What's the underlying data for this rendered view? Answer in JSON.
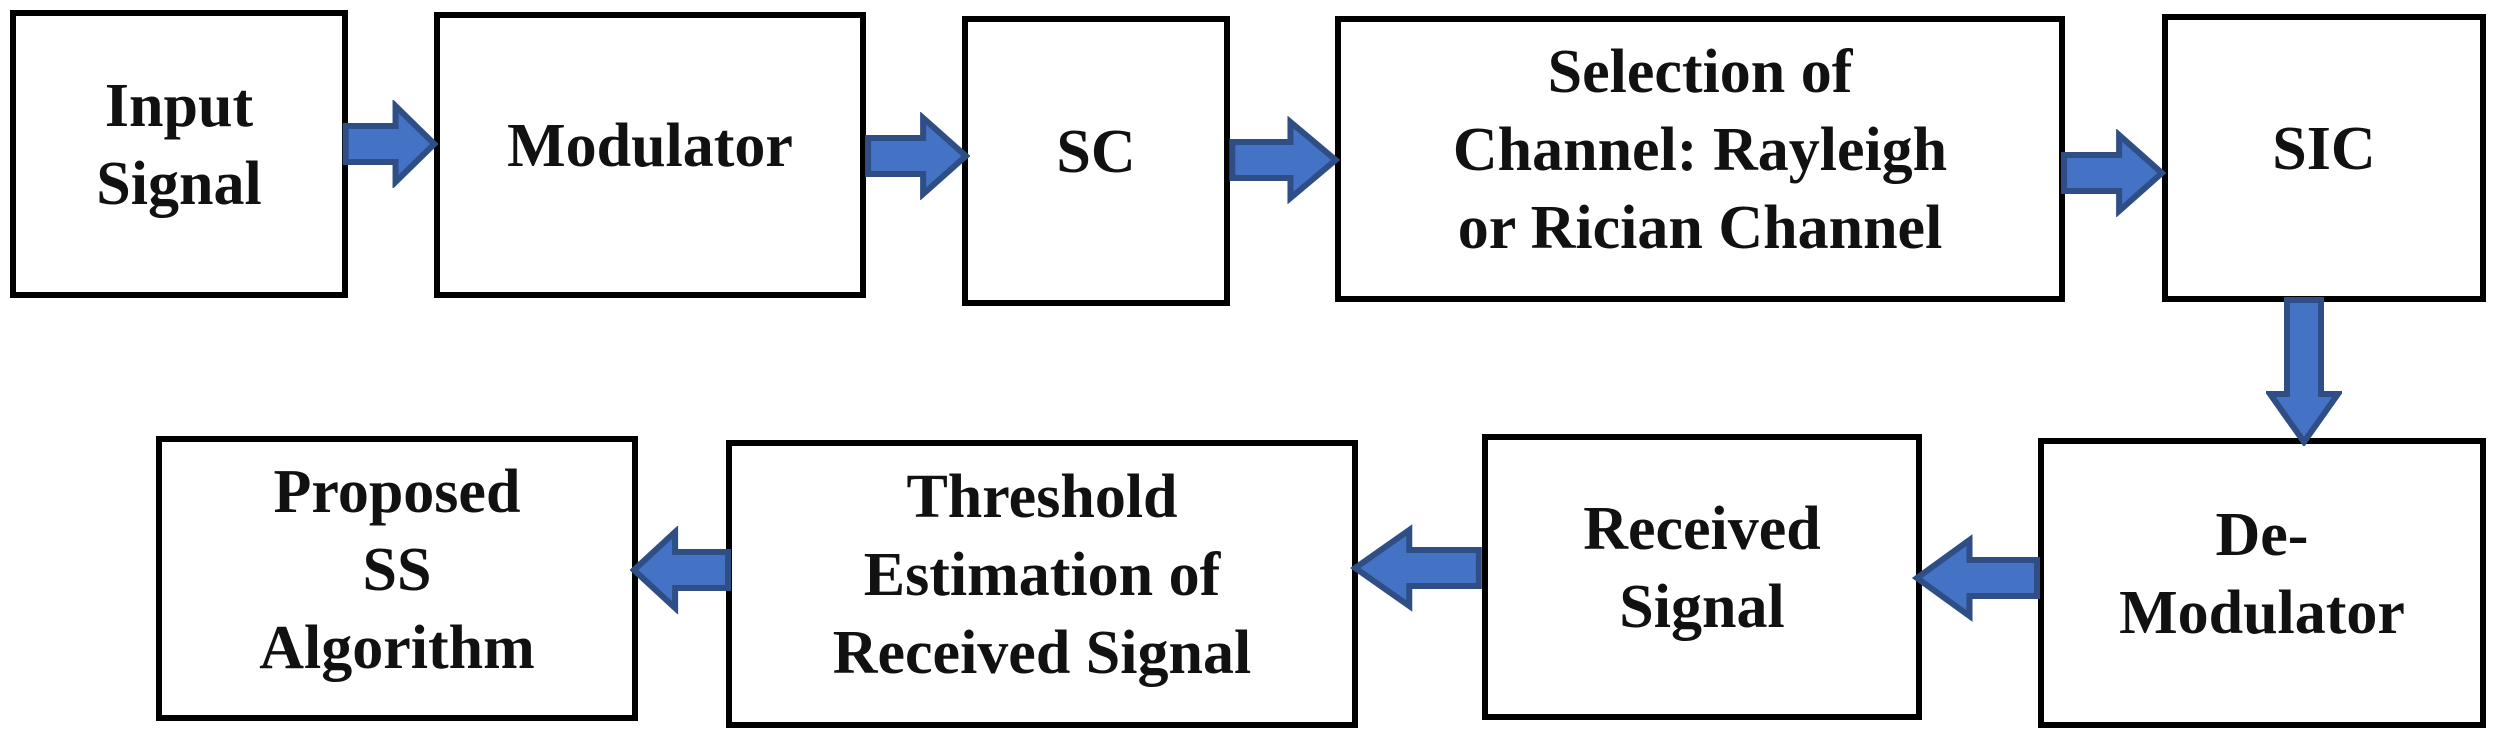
{
  "diagram": {
    "type": "block-flow-diagram",
    "background": "#ffffff",
    "colors": {
      "box_fill": "#ffffff",
      "box_border": "#000000",
      "text_color": "#111111",
      "arrow_fill": "#4472C4",
      "arrow_border": "#2E4E85",
      "background": "#ffffff"
    },
    "nodes": [
      {
        "id": "input-signal",
        "label": "Input\nSignal"
      },
      {
        "id": "modulator",
        "label": "Modulator"
      },
      {
        "id": "sc",
        "label": "SC"
      },
      {
        "id": "channel-selection",
        "label": "Selection of\nChannel: Rayleigh\nor Rician Channel"
      },
      {
        "id": "sic",
        "label": "SIC"
      },
      {
        "id": "de-modulator",
        "label": "De-\nModulator"
      },
      {
        "id": "received-signal",
        "label": "Received\nSignal"
      },
      {
        "id": "threshold-estimation",
        "label": "Threshold\nEstimation of\nReceived Signal"
      },
      {
        "id": "proposed-ss-algorithm",
        "label": "Proposed\nSS\nAlgorithm"
      }
    ],
    "arrows": [
      {
        "from": "input-signal",
        "to": "modulator",
        "direction": "right"
      },
      {
        "from": "modulator",
        "to": "sc",
        "direction": "right"
      },
      {
        "from": "sc",
        "to": "channel-selection",
        "direction": "right"
      },
      {
        "from": "channel-selection",
        "to": "sic",
        "direction": "right"
      },
      {
        "from": "sic",
        "to": "de-modulator",
        "direction": "down"
      },
      {
        "from": "de-modulator",
        "to": "received-signal",
        "direction": "left"
      },
      {
        "from": "received-signal",
        "to": "threshold-estimation",
        "direction": "left"
      },
      {
        "from": "threshold-estimation",
        "to": "proposed-ss-algorithm",
        "direction": "left"
      }
    ]
  }
}
